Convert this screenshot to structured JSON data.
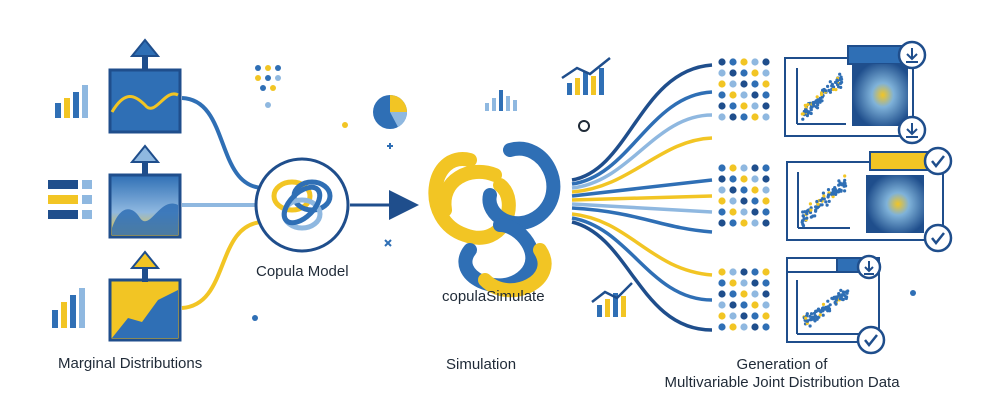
{
  "labels": {
    "marginal": "Marginal Distributions",
    "copula_model": "Copula Model",
    "copula_simulate": "copulaSimulate",
    "simulation": "Simulation",
    "generation_line1": "Generation of",
    "generation_line2": "Multivariable Joint Distribution Data"
  },
  "icons": {
    "upload": "upload-arrow-icon",
    "download": "download-icon",
    "check": "check-icon",
    "bar_chart": "bar-chart-icon",
    "pie_chart": "pie-chart-icon",
    "copula_knot": "copula-knot-icon"
  },
  "colors": {
    "navy": "#1f4e8c",
    "blue": "#2f6fb5",
    "light_blue": "#8fb8e0",
    "yellow": "#f2c524",
    "text": "#1f2a37"
  }
}
